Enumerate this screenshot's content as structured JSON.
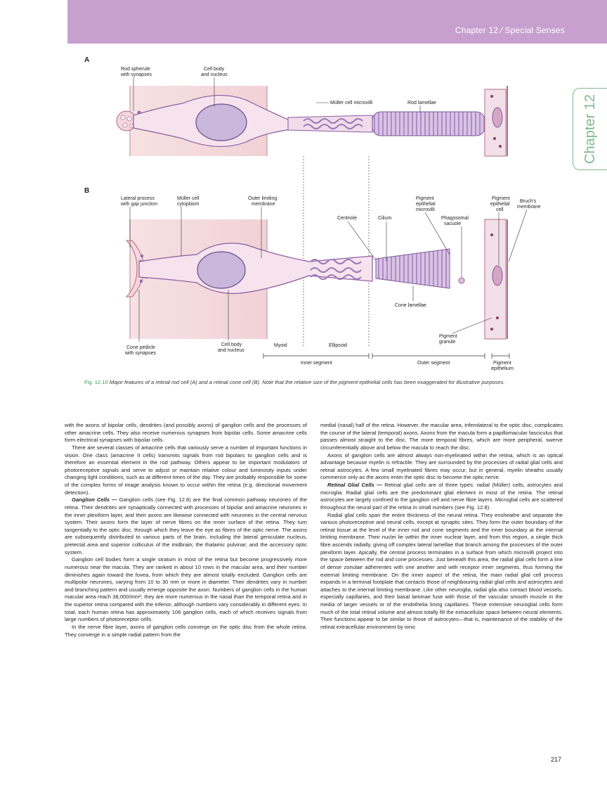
{
  "header": {
    "chapter_title": "Chapter 12 ∕ Special Senses"
  },
  "side_tab": {
    "label": "Chapter 12"
  },
  "figure": {
    "panel_a_letter": "A",
    "panel_b_letter": "B",
    "labels": {
      "rod_spherule": "Rod spherule",
      "with_synapses": "with synapses",
      "cell_body": "Cell body",
      "and_nucleus": "and nucleus",
      "muller_microvilli": "Müller cell microvilli",
      "rod_lamellae": "Rod lamellae",
      "lateral_process": "Lateral process",
      "with_gap_junction": "with gap junction",
      "muller_cell": "Müller cell",
      "cytoplasm": "cytoplasm",
      "outer_limiting": "Outer limiting",
      "membrane": "membrane",
      "centriole": "Centriole",
      "cilium": "Cilium",
      "pigment": "Pigment",
      "epithelial": "epithelial",
      "microvilli": "microvilli",
      "phagosomal": "Phagosomal",
      "vacuole": "vacuole",
      "pigment2": "Pigment",
      "epithelial2": "epithelial",
      "cell": "cell",
      "bruchs": "Bruch's",
      "membrane2": "membrane",
      "cone_lamellae": "Cone lamellae",
      "cone_pedicle": "Cone pedicle",
      "with_synapses2": "with synapses",
      "cell_body2": "Cell body",
      "and_nucleus2": "and nucleus",
      "myoid": "Myoid",
      "ellipsoid": "Ellipsoid",
      "pigment_granule1": "Pigment",
      "pigment_granule2": "granule",
      "inner_segment": "Inner segment",
      "outer_segment": "Outer segment",
      "pigment_epithelium1": "Pigment",
      "pigment_epithelium2": "epithelium"
    }
  },
  "caption": {
    "fig_number": "Fig. 12.10",
    "text": " Major features of a retinal rod cell (A) and a retinal cone cell (B). Note that the relative size of the pigment epithelial cells has been exaggerated for illustrative purposes."
  },
  "left_column": {
    "p1": "with the axons of bipolar cells, dendrites (and possibly axons) of ganglion cells and the processes of other amacrine cells. They also receive numerous synapses from bipolar cells. Some amacrine cells form electrical synapses with bipolar cells.",
    "p2": "There are several classes of amacrine cells that variously serve a number of important functions in vision. One class (amacrine II cells) transmits signals from rod bipolars to ganglion cells and is therefore an essential element in the rod pathway. Others appear to be important modulators of photoreceptive signals and serve to adjust or maintain relative colour and luminosity inputs under changing light conditions, such as at different times of the day. They are probably responsible for some of the complex forms of image analysis known to occur within the retina (e.g. directional movement detection).",
    "p3_heading": "Ganglion Cells —",
    "p3": " Ganglion cells (see Fig. 12.8) are the final common pathway neurones of the retina. Their dendrites are synaptically connected with processes of bipolar and amacrine neurones in the inner plexiform layer, and their axons are likewise connected with neurones in the central nervous system. Their axons form the layer of nerve fibres on the inner surface of the retina. They turn tangentially to the optic disc, through which they leave the eye as fibres of the optic nerve. The axons are subsequently distributed to various parts of the brain, including the lateral geniculate nucleus, pretectal area and superior colliculus of the midbrain; the thalamic pulvinar; and the accessory optic system.",
    "p4": "Ganglion cell bodies form a single stratum in most of the retina but become progressively more numerous near the macula. They are ranked in about 10 rows in the macular area, and their number diminishes again toward the fovea, from which they are almost totally excluded. Ganglion cells are multipolar neurones, varying from 10 to 30 mm or more in diameter. Their dendrites vary in number and branching pattern and usually emerge opposite the axon. Numbers of ganglion cells in the human macular area reach 38,000/mm²; they are more numerous in the nasal than the temporal retina and in the superior retina compared with the inferior, although numbers vary considerably in different eyes. In total, each human retina has approximately 106 ganglion cells, each of which receives signals from large numbers of photoreceptor cells.",
    "p5": "In the nerve fibre layer, axons of ganglion cells converge on the optic disc from the whole retina. They converge in a simple radial pattern from the"
  },
  "right_column": {
    "p1": "medial (nasal) half of the retina. However, the macular area, inferolateral to the optic disc, complicates the course of the lateral (temporal) axons. Axons from the macula form a papillomacular fasciculus that passes almost straight to the disc. The more temporal fibres, which are more peripheral, swerve circumferentially above and below the macula to reach the disc.",
    "p2": "Axons of ganglion cells are almost always non-myelinated within the retina, which is an optical advantage because myelin is refractile. They are surrounded by the processes of radial glial cells and retinal astrocytes. A few small myelinated fibres may occur, but in general, myelin sheaths usually commence only as the axons enter the optic disc to become the optic nerve.",
    "p3_heading": "Retinal Glial Cells —",
    "p3": " Retinal glial cells are of three types: radial (Müller) cells, astrocytes and microglia. Radial glial cells are the predominant glial element in most of the retina. The retinal astrocytes are largely confined to the ganglion cell and nerve fibre layers. Microglial cells are scattered throughout the neural part of the retina in small numbers (see Fig. 12.8).",
    "p4": "Radial glial cells span the entire thickness of the neural retina. They ensheathe and separate the various photoreceptive and neural cells, except at synaptic sites. They form the outer boundary of the retinal tissue at the level of the inner rod and cone segments and the inner boundary at the internal limiting membrane. Their nuclei lie within the inner nuclear layer, and from this region, a single thick fibre ascends radially, giving off complex lateral lamellae that branch among the processes of the outer plexiform layer. Apically, the central process terminates in a surface from which microvilli project into the space between the rod and cone processes. Just beneath this area, the radial glial cells form a line of dense zonulae adherentes with one another and with receptor inner segments, thus forming the external limiting membrane. On the inner aspect of the retina, the main radial glial cell process expands in a terminal footplate that contacts those of neighbouring radial glial cells and astrocytes and attaches to the internal limiting membrane. Like other neuroglia, radial glia also contact blood vessels, especially capillaries, and their basal laminae fuse with those of the vascular smooth muscle in the media of larger vessels or of the endothelia lining capillaries. These extensive neuroglial cells form much of the total retinal volume and almost totally fill the extracellular space between neural elements. Their functions appear to be similar to those of astrocytes—that is, maintenance of the stability of the retinal extracellular environment by ionic"
  },
  "page_number": "217",
  "colors": {
    "header": "#c8a0cf",
    "accent_green": "#3a9a56",
    "tab_green": "#7fb98a"
  }
}
